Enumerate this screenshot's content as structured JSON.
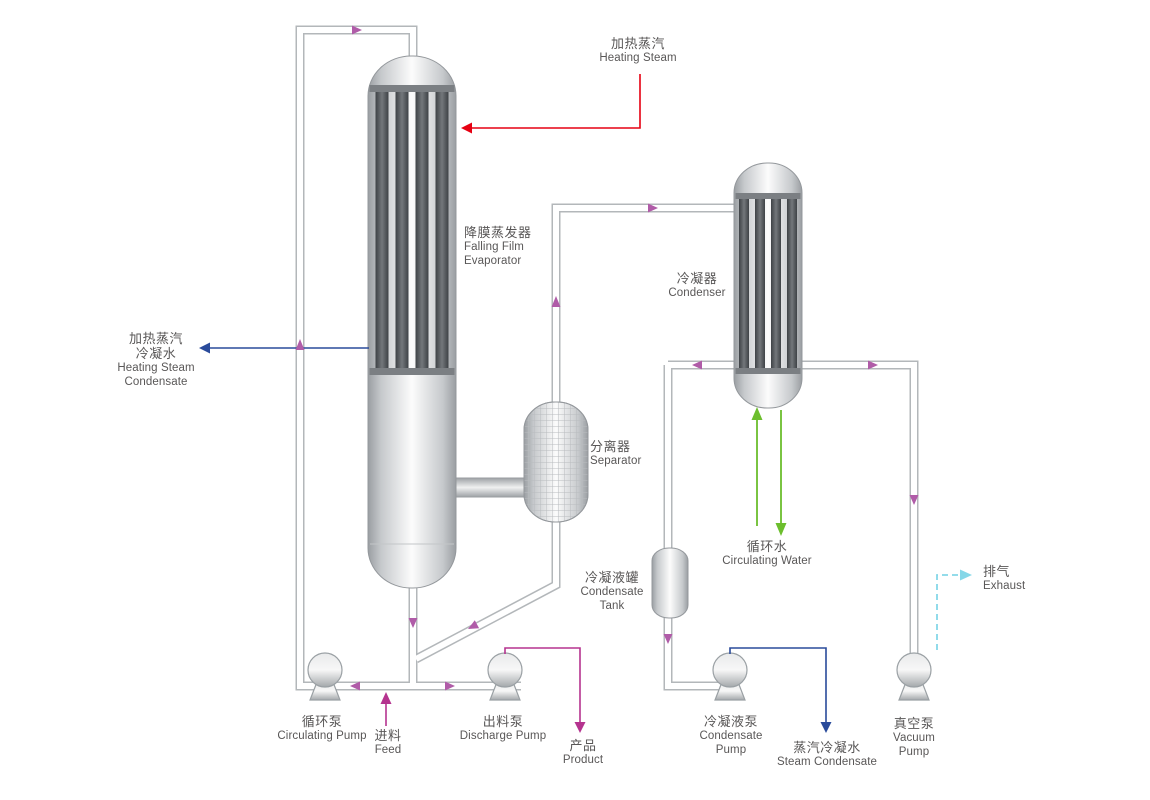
{
  "diagram": {
    "type": "process-flow-diagram",
    "colors": {
      "heating_steam_red": "#e60012",
      "condensate_blue": "#2a4b9b",
      "cooling_water_green": "#6cbe2d",
      "feed_product_magenta": "#b5338f",
      "exhaust_cyan": "#85d7e8",
      "pipe_gray": "#b3b7ba",
      "flow_arrow_purple": "#b05ca8",
      "text_gray": "#595757",
      "vessel_tube_dark": "#4a4e52"
    },
    "labels": {
      "heating_steam": {
        "cn": "加热蒸汽",
        "en": "Heating Steam"
      },
      "falling_film_evaporator": {
        "cn": "降膜蒸发器",
        "en1": "Falling Film",
        "en2": "Evaporator"
      },
      "condenser": {
        "cn": "冷凝器",
        "en": "Condenser"
      },
      "heating_steam_condensate": {
        "cn1": "加热蒸汽",
        "cn2": "冷凝水",
        "en1": "Heating Steam",
        "en2": "Condensate"
      },
      "separator": {
        "cn": "分离器",
        "en": "Separator"
      },
      "condensate_tank": {
        "cn": "冷凝液罐",
        "en1": "Condensate",
        "en2": "Tank"
      },
      "circulating_water": {
        "cn": "循环水",
        "en": "Circulating Water"
      },
      "exhaust": {
        "cn": "排气",
        "en": "Exhaust"
      },
      "circulating_pump": {
        "cn": "循环泵",
        "en": "Circulating Pump"
      },
      "feed": {
        "cn": "进料",
        "en": "Feed"
      },
      "discharge_pump": {
        "cn": "出料泵",
        "en": "Discharge Pump"
      },
      "product": {
        "cn": "产品",
        "en": "Product"
      },
      "condensate_pump": {
        "cn": "冷凝液泵",
        "en1": "Condensate",
        "en2": "Pump"
      },
      "steam_condensate": {
        "cn": "蒸汽冷凝水",
        "en": "Steam Condensate"
      },
      "vacuum_pump": {
        "cn": "真空泵",
        "en1": "Vacuum",
        "en2": "Pump"
      }
    }
  }
}
